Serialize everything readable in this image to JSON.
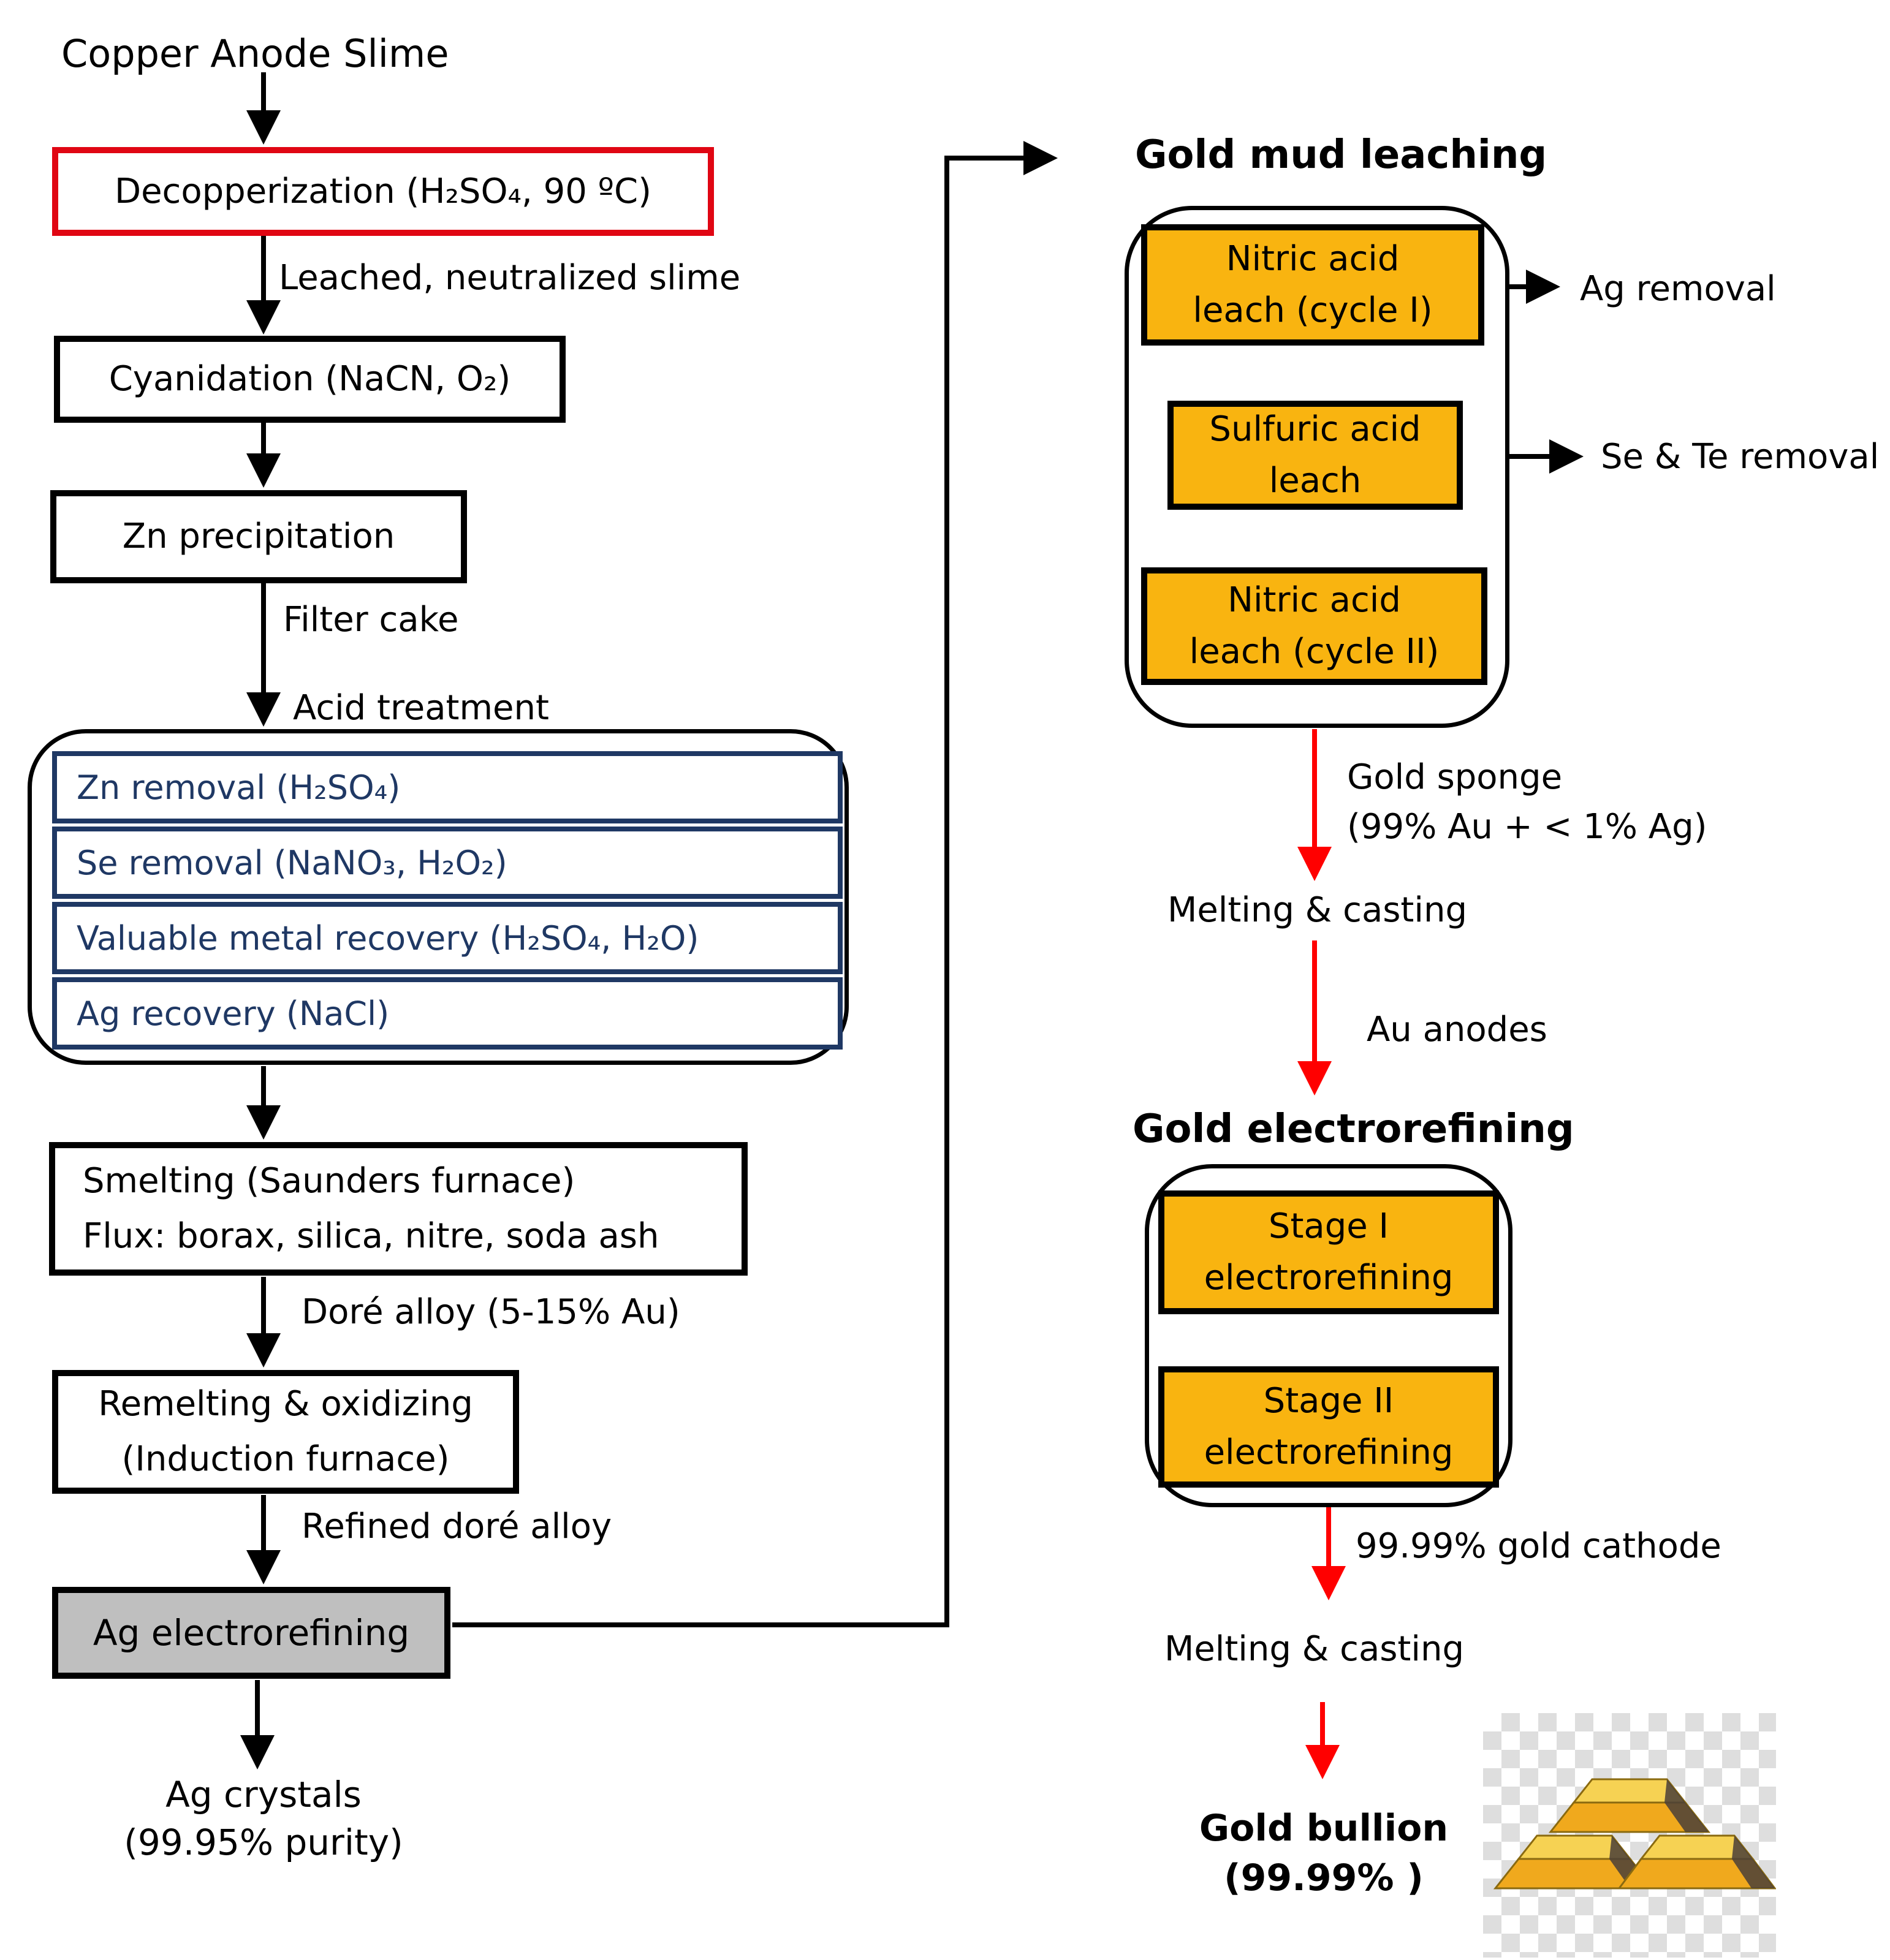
{
  "colors": {
    "decopperization_border_red": "#e00613",
    "arrow_red": "#ff0000",
    "gold_box_fill": "#f9b410",
    "acid_step_navy": "#1f3864",
    "ag_electrorefining_gray": "#bfbfbf"
  },
  "left_flow": {
    "source_label": "Copper Anode Slime",
    "decopperization": "Decopperization (H₂SO₄, 90 ºC)",
    "leached_label": "Leached, neutralized slime",
    "cyanidation": "Cyanidation (NaCN, O₂)",
    "zn_precipitation": "Zn precipitation",
    "filter_cake_label": "Filter cake",
    "acid_treatment_label": "Acid treatment",
    "acid_steps": [
      {
        "label": "Zn removal (H₂SO₄)"
      },
      {
        "label": "Se removal (NaNO₃, H₂O₂)"
      },
      {
        "label": "Valuable metal recovery (H₂SO₄, H₂O)"
      },
      {
        "label": "Ag recovery (NaCl)"
      }
    ],
    "smelting": "Smelting (Saunders furnace)\nFlux: borax, silica, nitre, soda ash",
    "dore_label": "Doré alloy (5-15% Au)",
    "remelting": "Remelting & oxidizing\n(Induction furnace)",
    "refined_label": "Refined doré alloy",
    "ag_electrorefining": "Ag electrorefining",
    "ag_crystals": "Ag crystals\n(99.95% purity)"
  },
  "right_flow": {
    "leaching_heading": "Gold mud leaching",
    "nitric_leach_1": "Nitric acid\nleach (cycle I)",
    "ag_removal_label": "Ag removal",
    "sulfuric_leach": "Sulfuric acid\nleach",
    "se_te_removal_label": "Se & Te removal",
    "nitric_leach_2": "Nitric acid\nleach (cycle II)",
    "gold_sponge_label": "Gold sponge\n(99% Au + < 1% Ag)",
    "melting_casting_1": "Melting & casting",
    "au_anodes_label": "Au anodes",
    "electrorefining_heading": "Gold electrorefining",
    "stage_1": "Stage I\nelectrorefining",
    "stage_2": "Stage II\nelectrorefining",
    "gold_cathode_label": "99.99% gold cathode",
    "melting_casting_2": "Melting & casting",
    "gold_bullion": "Gold bullion\n(99.99% )"
  },
  "icons": {
    "gold_bars": "gold-bars-image"
  }
}
